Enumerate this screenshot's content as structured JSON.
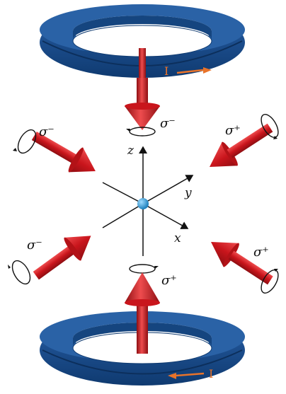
{
  "colors": {
    "coil": "#1d4f8f",
    "coil_dark": "#0f3a70",
    "coil_light": "#3f78b8",
    "beam": "#c9151c",
    "beam_dark": "#8e0e12",
    "beam_light": "#ee4c4e",
    "atom": "#2b9bd8",
    "axis": "#111111",
    "current": "#e8732a"
  },
  "coils": {
    "top": {
      "current_label": "I"
    },
    "bottom": {
      "current_label": "I"
    }
  },
  "axes": {
    "x": "x",
    "y": "y",
    "z": "z"
  },
  "beams": {
    "top": {
      "label": "σ⁻"
    },
    "bottom": {
      "label": "σ⁺"
    },
    "upper_left": {
      "label": "σ⁻"
    },
    "upper_right": {
      "label": "σ⁺"
    },
    "lower_left": {
      "label": "σ⁻"
    },
    "lower_right": {
      "label": "σ⁺"
    }
  }
}
